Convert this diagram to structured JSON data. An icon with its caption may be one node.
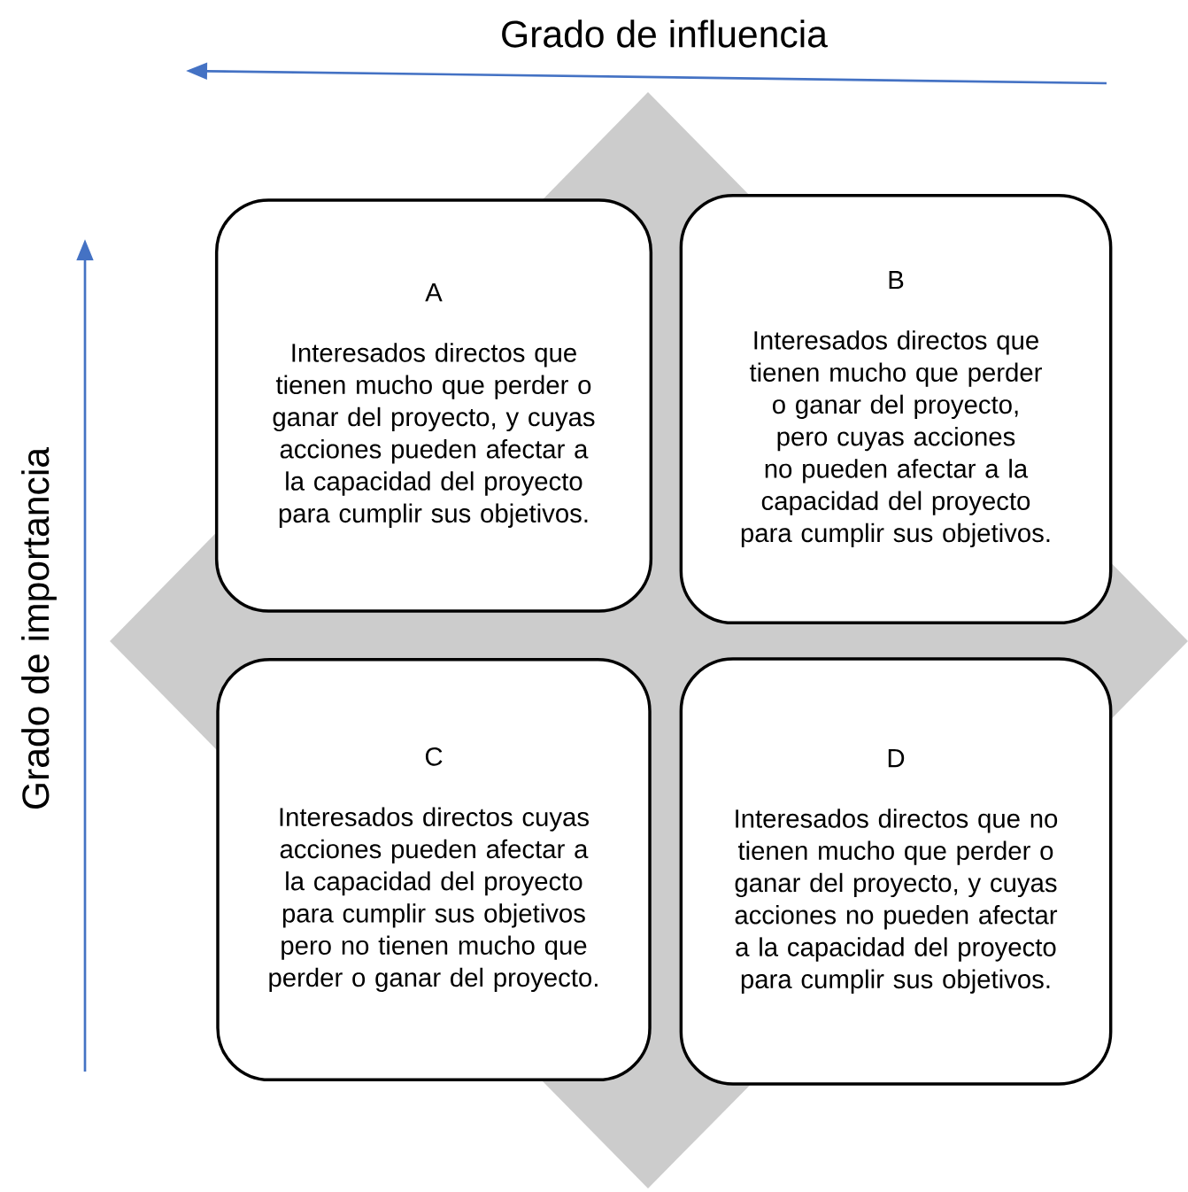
{
  "diagram": {
    "nodes": [
      {
        "text": [
          "A",
          "Interesados directos que tienen mucho que perder o ganar del proyecto, y cuyas acciones pueden afectar a la capacidad del proyecto para cumplir sus objetivos."
        ]
      },
      {
        "text": [
          "B",
          "Interesados directos que tienen mucho que perder o ganar del proyecto, pero cuyas acciones no pueden afectar a la capacidad del proyecto para cumplir sus objetivos."
        ]
      },
      {
        "text": [
          "C",
          "Interesados directos cuyas acciones pueden afectar a la capacidad del proyecto para cumplir sus objetivos pero no tienen mucho que perder o ganar del proyecto."
        ]
      },
      {
        "text": [
          "D",
          "Interesados directos que no tienen mucho que perder o ganar del proyecto, y cuyas acciones no pueden afectar a la capacidad del proyecto para cumplir sus objetivos."
        ]
      }
    ],
    "edges": [],
    "labels": [
      "Grado de influencia",
      "Grado de importancia"
    ]
  }
}
